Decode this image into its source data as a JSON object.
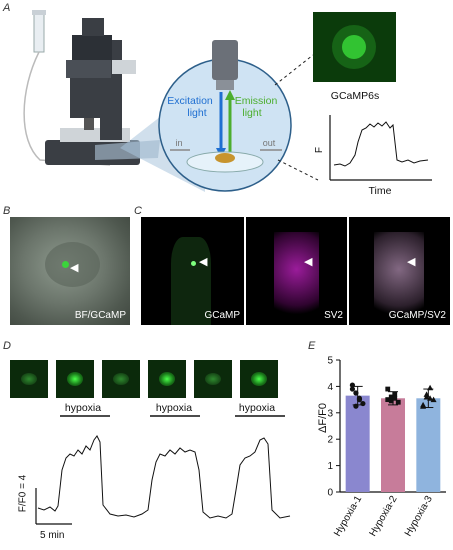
{
  "panel_labels": {
    "a": "A",
    "b": "B",
    "c": "C",
    "d": "D",
    "e": "E"
  },
  "panel_a": {
    "excitation": "Excitation light",
    "emission": "Emission light",
    "in_label": "in",
    "out_label": "out",
    "indicator": "GCaMP6s",
    "f_axis": "F",
    "time_axis": "Time",
    "colors": {
      "excitation": "#1f6fd1",
      "emission": "#4cae2e",
      "zoom_circle": "#cfe3f3"
    }
  },
  "panel_b": {
    "overlay_label": "BF/GCaMP"
  },
  "panel_c": {
    "labels": [
      "GCaMP",
      "SV2",
      "GCaMP/SV2"
    ]
  },
  "panel_d": {
    "stimulus": [
      "hypoxia",
      "hypoxia",
      "hypoxia"
    ],
    "scale_y": "F/F0 = 4",
    "scale_x": "5 min"
  },
  "chart_data": {
    "type": "bar",
    "ylabel": "ΔF/F0",
    "ylim": [
      0,
      5
    ],
    "yticks": [
      0,
      1,
      2,
      3,
      4,
      5
    ],
    "categories": [
      "Hypoxia-1",
      "Hypoxia-2",
      "Hypoxia-3"
    ],
    "values": [
      3.65,
      3.55,
      3.55
    ],
    "errors": [
      0.35,
      0.25,
      0.35
    ],
    "colors": [
      "#8a87cf",
      "#c77c9a",
      "#8fb4de"
    ],
    "points": [
      [
        3.9,
        3.75,
        3.55,
        3.35,
        4.05,
        3.25,
        3.5
      ],
      [
        3.5,
        3.6,
        3.7,
        3.4,
        3.9,
        3.45,
        3.55
      ],
      [
        3.3,
        3.7,
        3.95,
        3.5,
        3.25,
        3.6,
        3.55
      ]
    ]
  }
}
